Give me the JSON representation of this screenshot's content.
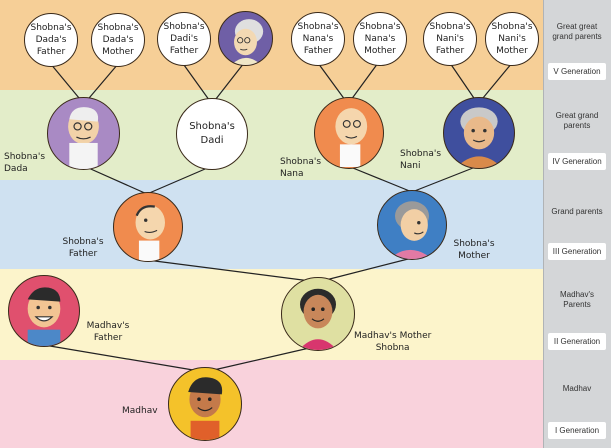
{
  "colors": {
    "band_v": "#f6cf97",
    "band_iv": "#e3edc9",
    "band_iii": "#cfe1f1",
    "band_ii": "#fcf4cb",
    "band_i": "#f9d2dc",
    "line": "#222222"
  },
  "generations": [
    {
      "label": "Great great grand parents",
      "pill": "V Generation"
    },
    {
      "label": "Great grand parents",
      "pill": "IV Generation"
    },
    {
      "label": "Grand parents",
      "pill": "III Generation"
    },
    {
      "label": "Madhav's Parents",
      "pill": "II Generation"
    },
    {
      "label": "Madhav",
      "pill": "I Generation"
    }
  ],
  "gen_v": [
    {
      "l1": "Shobna's",
      "l2": "Dada's",
      "l3": "Father"
    },
    {
      "l1": "Shobna's",
      "l2": "Dada's",
      "l3": "Mother"
    },
    {
      "l1": "Shobna's",
      "l2": "Dadi's",
      "l3": "Father"
    },
    {
      "l1": "Shobna's",
      "l2": "Nana's",
      "l3": "Father"
    },
    {
      "l1": "Shobna's",
      "l2": "Nana's",
      "l3": "Mother"
    },
    {
      "l1": "Shobna's",
      "l2": "Nani's",
      "l3": "Father"
    },
    {
      "l1": "Shobna's",
      "l2": "Nani's",
      "l3": "Mother"
    }
  ],
  "gen_iv": {
    "dada": {
      "l1": "Shobna's",
      "l2": "Dada"
    },
    "dadi": {
      "l1": "Shobna's",
      "l2": "Dadi"
    },
    "nana": {
      "l1": "Shobna's",
      "l2": "Nana"
    },
    "nani": {
      "l1": "Shobna's",
      "l2": "Nani"
    }
  },
  "gen_iii": {
    "father": {
      "l1": "Shobna's",
      "l2": "Father"
    },
    "mother": {
      "l1": "Shobna's",
      "l2": "Mother"
    }
  },
  "gen_ii": {
    "father": {
      "l1": "Madhav's",
      "l2": "Father"
    },
    "mother": {
      "l1": "Madhav's Mother",
      "l2": "Shobna"
    }
  },
  "gen_i": {
    "name": "Madhav"
  },
  "icons": {
    "dadi_mother": "elderly-woman-icon",
    "dada": "elderly-man-icon",
    "nana": "bald-man-icon",
    "nani": "grandmother-icon",
    "father": "man-icon",
    "mother": "woman-icon",
    "madhav_father": "smiling-man-icon",
    "madhav_mother": "smiling-woman-icon",
    "madhav": "boy-icon"
  }
}
